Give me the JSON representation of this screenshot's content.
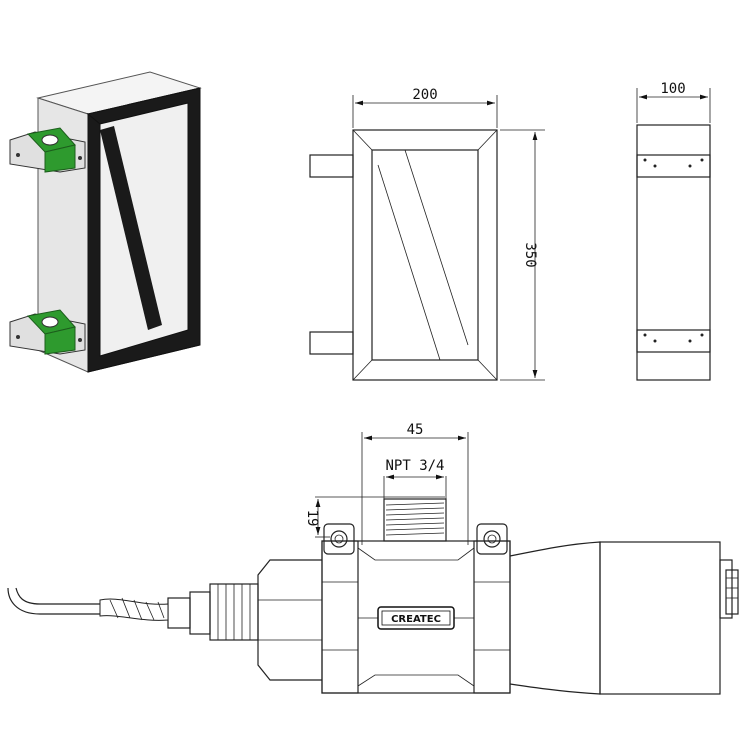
{
  "dimensions": {
    "front_width": "200",
    "front_height": "350",
    "side_depth": "100",
    "sensor_width": "45",
    "thread_label": "NPT 3/4",
    "thread_height": "19"
  },
  "logo": "CREATEC",
  "colors": {
    "clamp": "#2e9a2e",
    "frame": "#1a1a1a",
    "panel": "#e8e8e8"
  }
}
